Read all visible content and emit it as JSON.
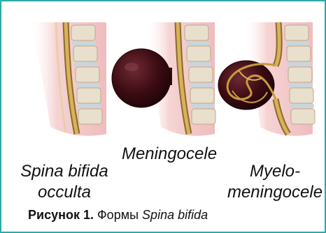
{
  "figure": {
    "border_color": "#2aa9a9",
    "labels": {
      "occulta_line1": "Spina bifida",
      "occulta_line2": "occulta",
      "meningocele": "Meningocele",
      "myelo_line1": "Myelo-",
      "myelo_line2": "meningocele"
    },
    "caption": {
      "number": "Рисунок 1.",
      "text": "Формы",
      "italic": "Spina bifida"
    },
    "colors": {
      "skin": "#f2c7c8",
      "vertebra": "#e8e0cc",
      "disc": "#c9d6dd",
      "spinal_cord": "#c89a3c",
      "sac": "#3b0b12"
    }
  }
}
